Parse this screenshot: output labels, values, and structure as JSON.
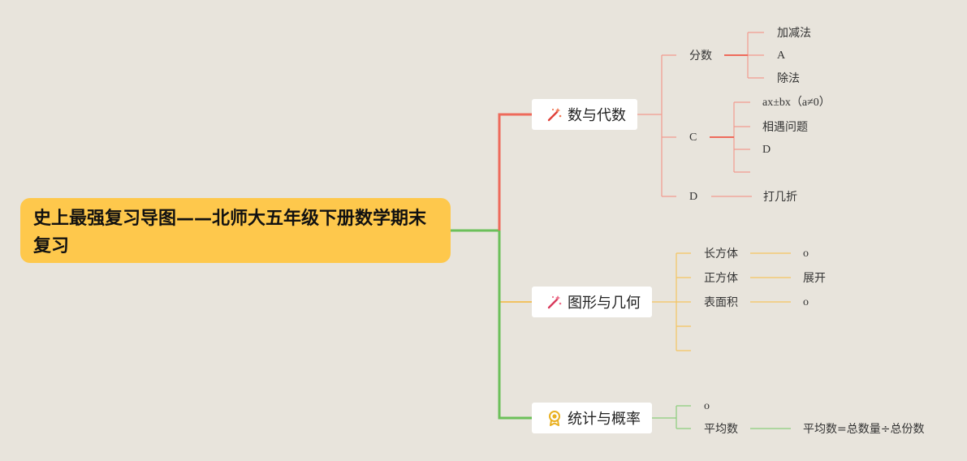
{
  "root": {
    "title": "史上最强复习导图——北师大五年级下册数学期末复习"
  },
  "colors": {
    "red": "#ee6a5b",
    "orange": "#f4b73a",
    "green": "#6cc05a",
    "root_bg": "#fec84c"
  },
  "branches": [
    {
      "label": "数与代数",
      "icon": "magic-wand-icon",
      "children": [
        {
          "label": "分数",
          "children": [
            {
              "label": "加减法"
            },
            {
              "label": "A"
            },
            {
              "label": "除法"
            }
          ]
        },
        {
          "label": "C",
          "children": [
            {
              "label": "ax±bx（a≠0）"
            },
            {
              "label": "相遇问题"
            },
            {
              "label": "D"
            },
            {
              "label": ""
            }
          ]
        },
        {
          "label": "D",
          "children": [
            {
              "label": "打几折"
            }
          ]
        }
      ]
    },
    {
      "label": "图形与几何",
      "icon": "magic-wand-icon",
      "children": [
        {
          "label": "长方体",
          "children": [
            {
              "label": "o"
            }
          ]
        },
        {
          "label": "正方体",
          "children": [
            {
              "label": "展开"
            }
          ]
        },
        {
          "label": "表面积",
          "children": [
            {
              "label": "o"
            }
          ]
        },
        {
          "label": "",
          "children": []
        },
        {
          "label": "",
          "children": []
        }
      ]
    },
    {
      "label": "统计与概率",
      "icon": "ribbon-badge-icon",
      "children": [
        {
          "label": "o",
          "children": []
        },
        {
          "label": "平均数",
          "children": [
            {
              "label": "平均数=总数量÷总份数"
            }
          ]
        }
      ]
    }
  ]
}
